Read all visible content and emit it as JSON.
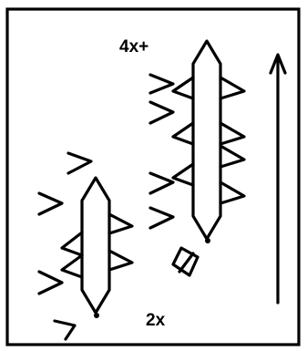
{
  "labels": {
    "upper_count": "4x+",
    "lower_count": "2x"
  },
  "diagram": {
    "ink_color": "#000000",
    "background": "#ffffff",
    "elements": [
      "upper-elongated-shape",
      "lower-elongated-shape",
      "small-diamond",
      "upward-arrow",
      "chevron-marks",
      "triangle-spines"
    ]
  }
}
